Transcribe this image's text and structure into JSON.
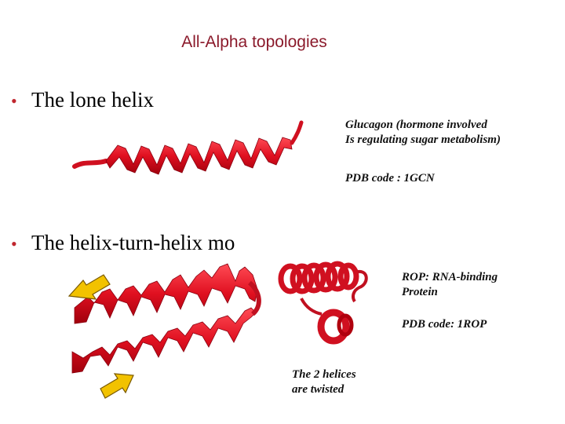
{
  "slide": {
    "title": "All-Alpha topologies",
    "bullets": [
      {
        "label": "The lone helix"
      },
      {
        "label": "The helix-turn-helix mo"
      }
    ],
    "glucagon": {
      "line1": "Glucagon (hormone involved",
      "line2": "Is regulating sugar metabolism)",
      "pdb": "PDB code : 1GCN"
    },
    "rop": {
      "line1": "ROP: RNA-binding",
      "line2": "Protein",
      "pdb": "PDB code: 1ROP"
    },
    "twist_note": {
      "line1": "The 2 helices",
      "line2": "are twisted"
    },
    "colors": {
      "title": "#8b1a2b",
      "bullet": "#c0262e",
      "helix": "#e01020",
      "arrow": "#f2c200"
    },
    "icons": [
      "bullet-dot",
      "arrow-up-left-icon",
      "arrow-up-right-icon"
    ]
  }
}
